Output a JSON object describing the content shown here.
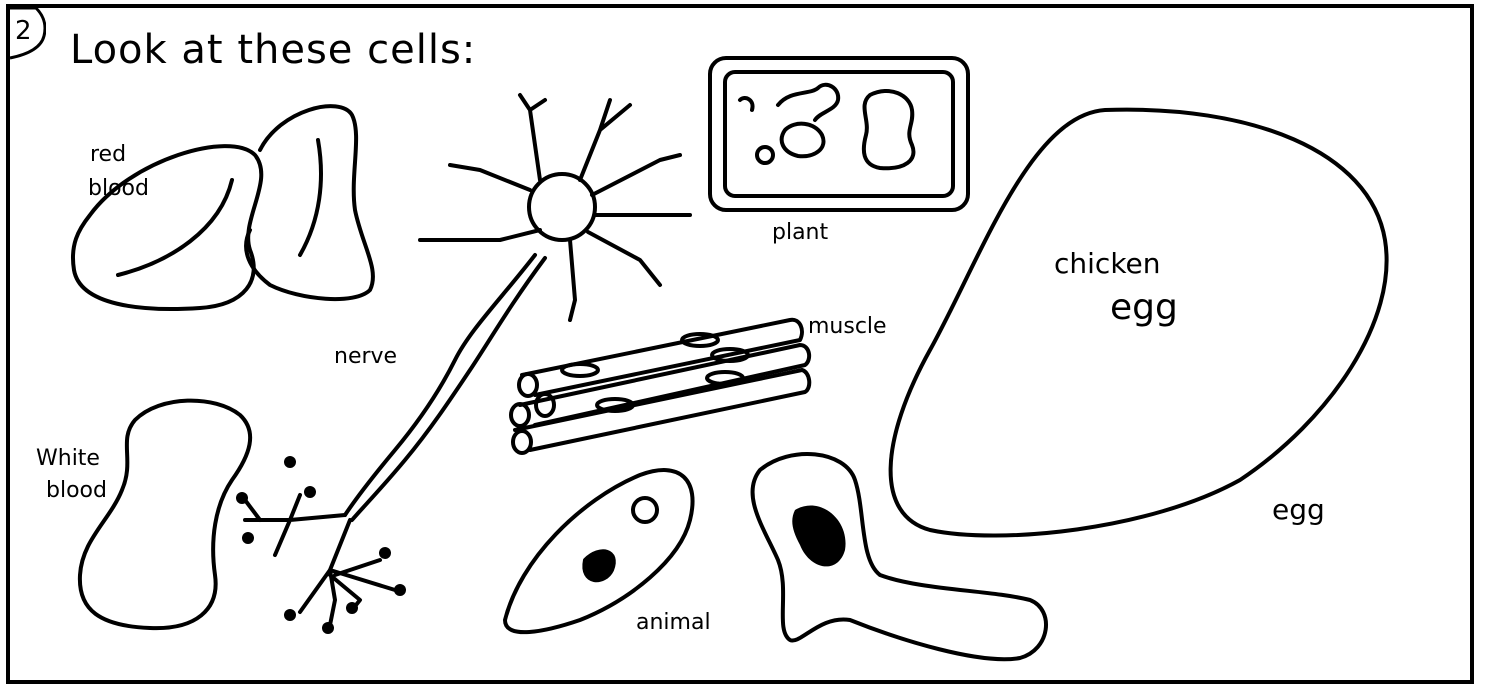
{
  "question_number": "2",
  "heading": "Look at these cells:",
  "labels": {
    "red_blood": [
      "red",
      "blood"
    ],
    "white_blood": [
      "White",
      "blood"
    ],
    "nerve": "nerve",
    "plant": "plant",
    "muscle": "muscle",
    "animal": "animal",
    "chicken_egg": [
      "chicken",
      "egg"
    ],
    "egg": "egg"
  },
  "colors": {
    "ink": "#000000",
    "paper": "#ffffff"
  }
}
